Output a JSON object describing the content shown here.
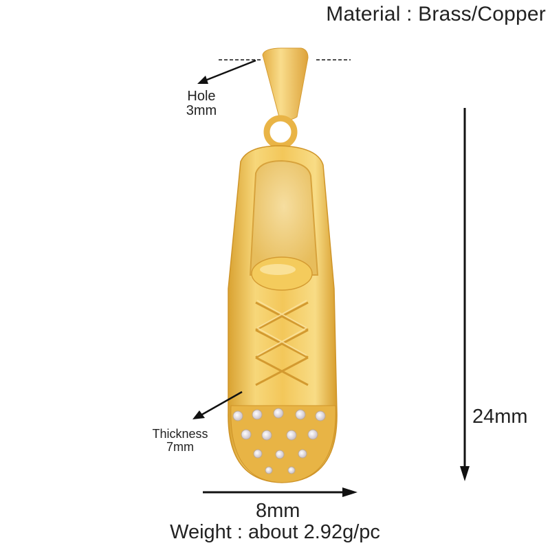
{
  "header": {
    "material": "Material : Brass/Copper"
  },
  "annotations": {
    "hole": {
      "label": "Hole",
      "value": "3mm"
    },
    "thickness": {
      "label": "Thickness",
      "value": "7mm"
    },
    "height": {
      "value": "24mm"
    },
    "width": {
      "value": "8mm"
    }
  },
  "footer": {
    "weight": "Weight : about 2.92g/pc"
  },
  "product": {
    "name": "shoe-pendant",
    "colors": {
      "gold_light": "#f7d77a",
      "gold_mid": "#eebd4a",
      "gold_dark": "#c98f22",
      "gem": "#efe9ee",
      "arrow": "#111111"
    }
  }
}
